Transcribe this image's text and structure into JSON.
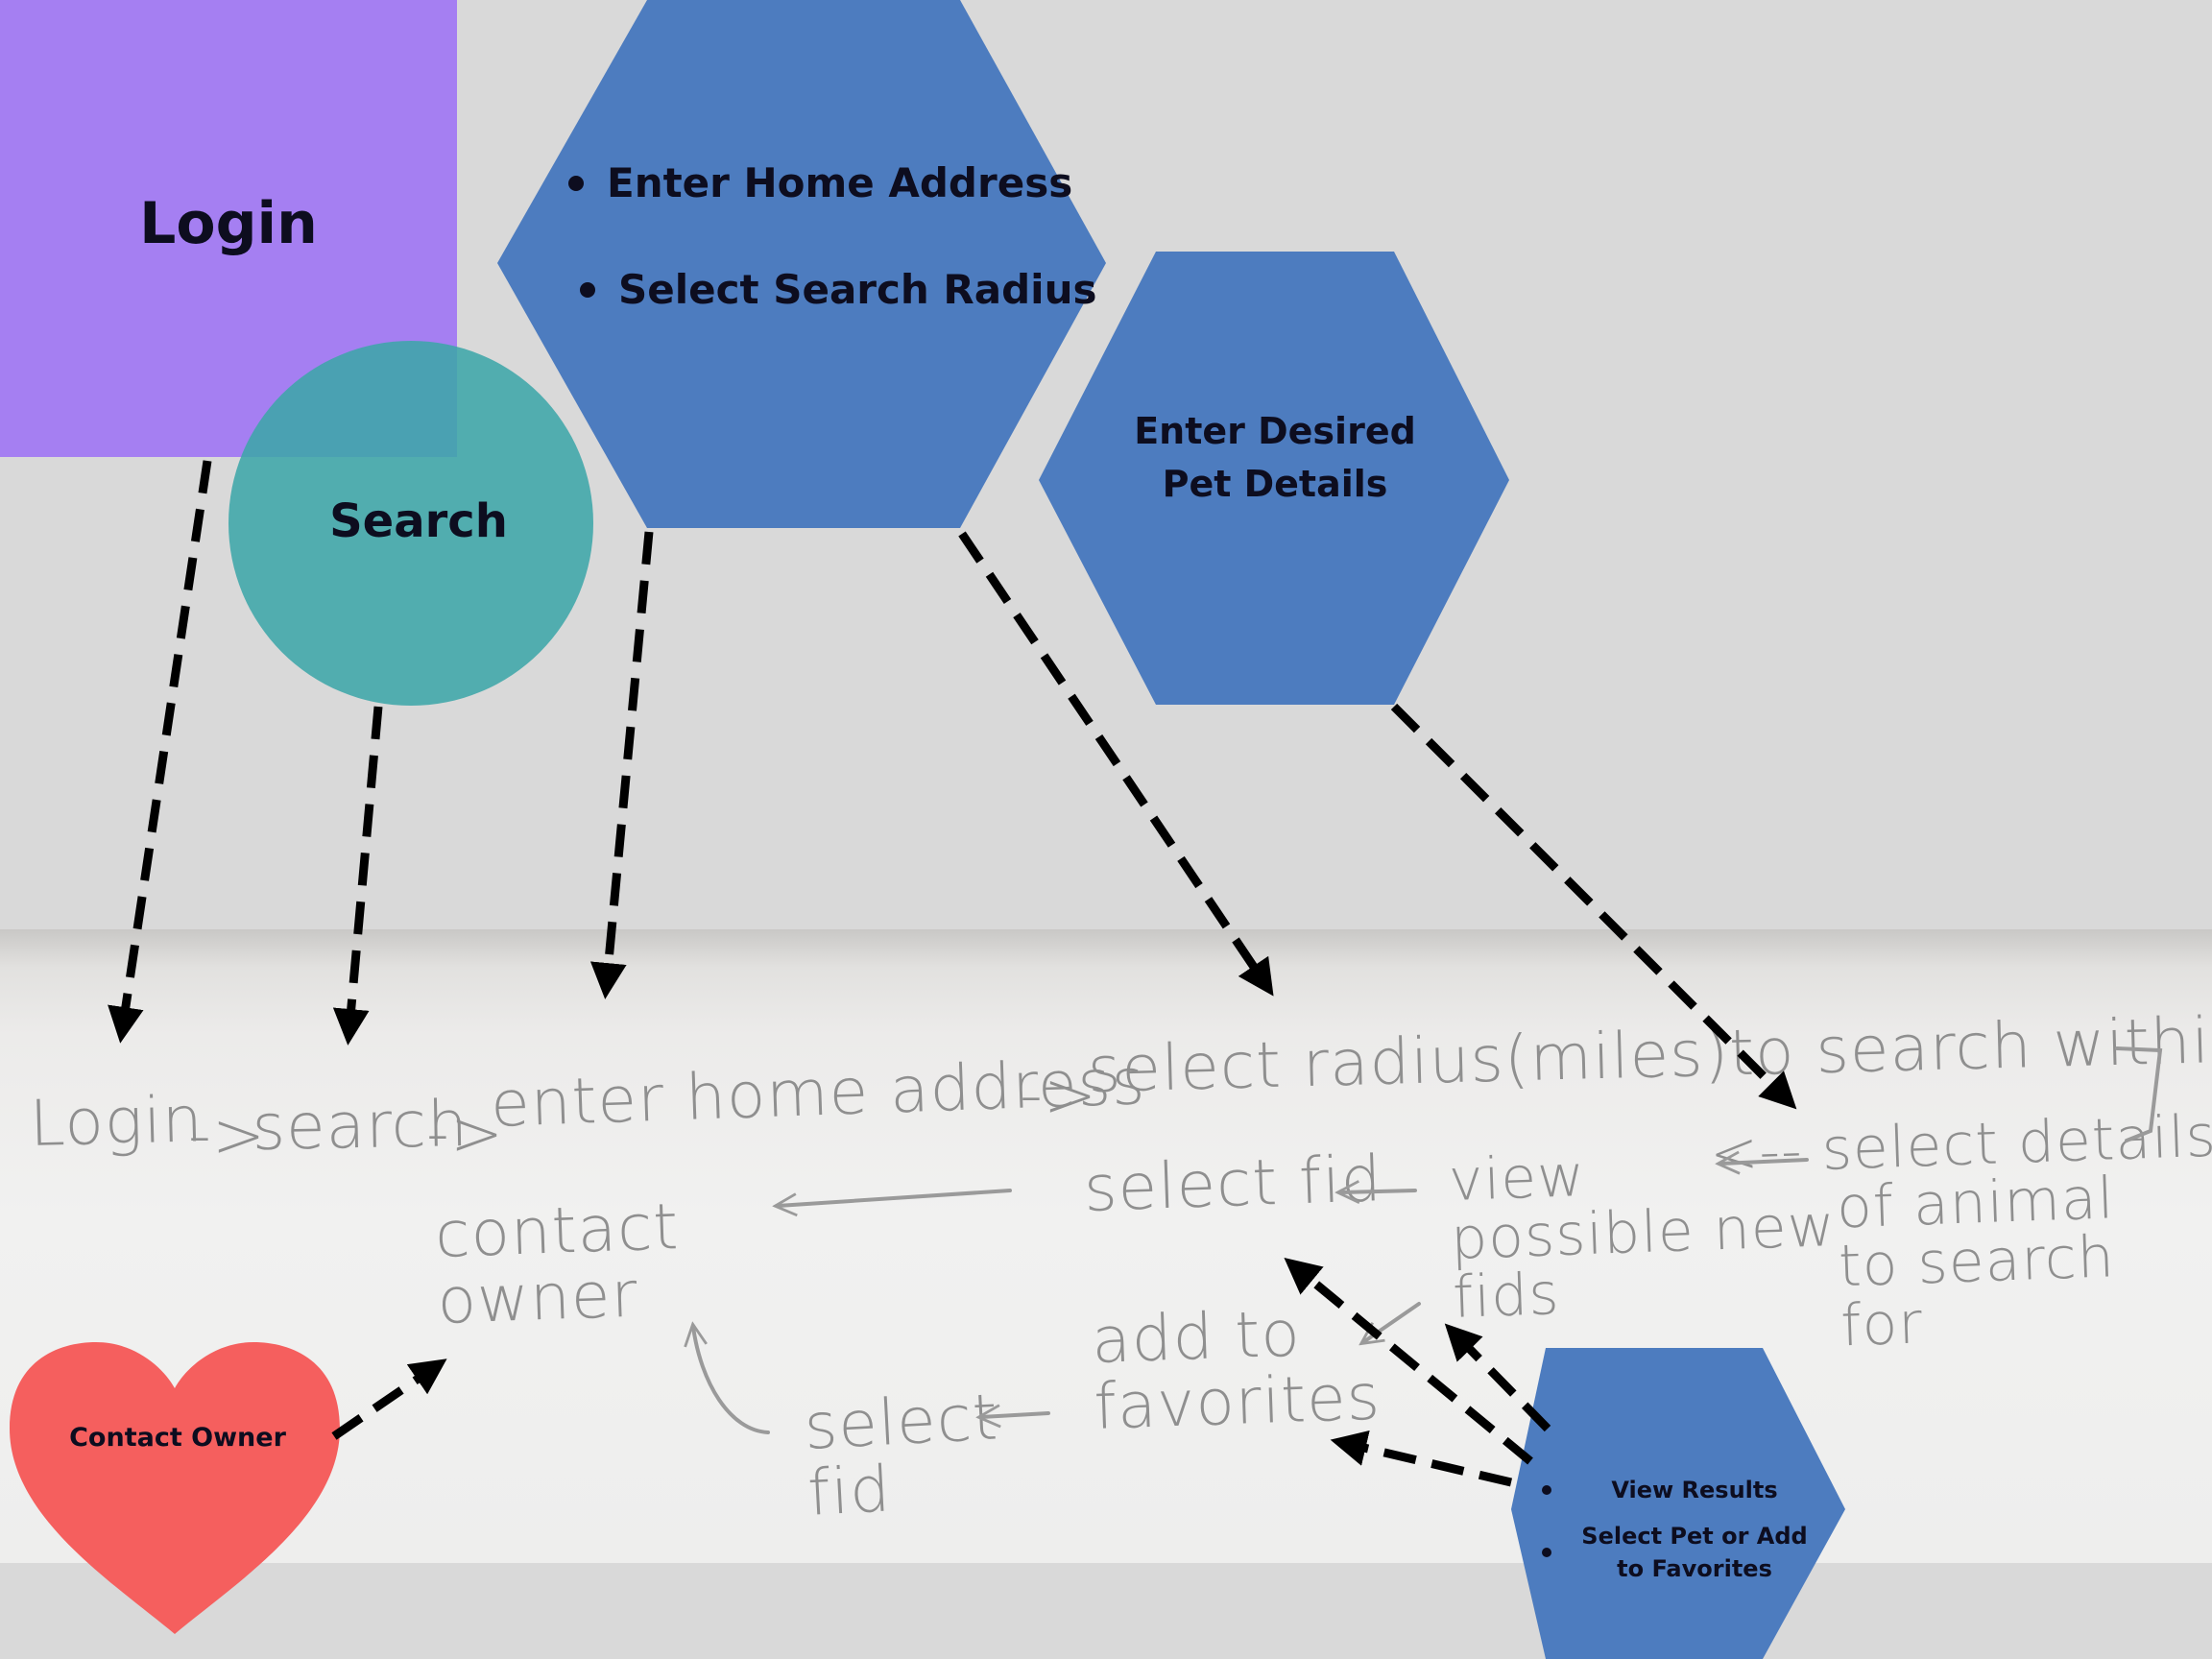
{
  "shapes": {
    "login": "Login",
    "search": "Search",
    "address_hex": {
      "items": [
        "Enter Home Address",
        "Select Search Radius"
      ]
    },
    "pet_details_hex": "Enter Desired Pet Details",
    "results_hex": {
      "items": [
        "View Results",
        "Select Pet or Add to Favorites"
      ]
    },
    "contact_heart": "Contact Owner"
  },
  "sketch": {
    "line1": [
      "Login",
      "->",
      "search",
      "->",
      "enter home address",
      "->",
      "select radius(miles)to search within"
    ],
    "select_details": [
      "<-- select details",
      "of animal",
      "to search",
      "for"
    ],
    "view_possible": [
      "view",
      "possible new",
      "fids"
    ],
    "select_fid": "select fid",
    "contact_owner": [
      "contact",
      "owner"
    ],
    "add_to_favorites": [
      "add to",
      "favorites"
    ],
    "select_fid_2": [
      "select",
      "fid"
    ]
  },
  "colors": {
    "login": "#a57ff2",
    "search": "#3da6a8",
    "hexagon": "#4d7cbf",
    "heart": "#f55f5e",
    "text": "#0d0d1f",
    "pencil": "#8f8f8f"
  }
}
